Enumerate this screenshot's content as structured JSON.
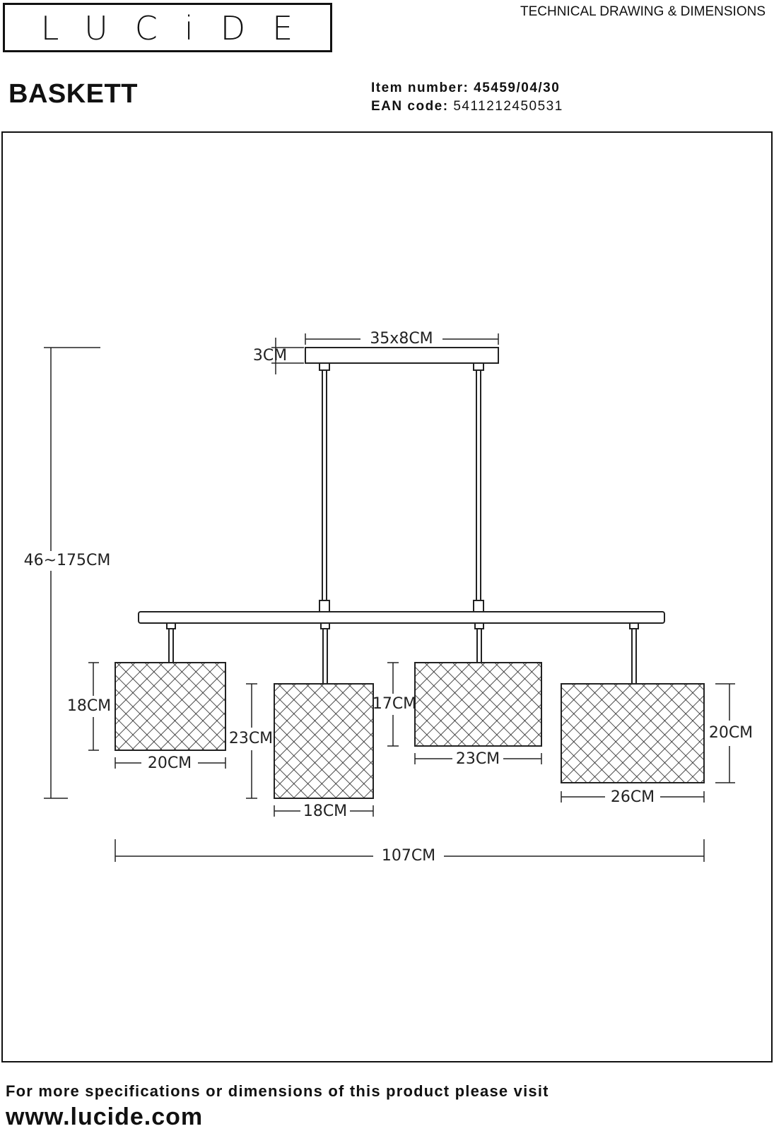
{
  "header": {
    "brand": "LUCiDE",
    "doc_type": "TECHNICAL DRAWING & DIMENSIONS"
  },
  "product": {
    "name": "BASKETT",
    "item_number_label": "Item number:",
    "item_number": "45459/04/30",
    "ean_label": "EAN code:",
    "ean": "5411212450531"
  },
  "dimensions": {
    "canopy_size": "35x8CM",
    "canopy_height": "3CM",
    "total_height": "46~175CM",
    "shade1_height": "18CM",
    "shade1_width": "20CM",
    "shade2_height": "23CM",
    "shade2_width": "18CM",
    "shade3_height": "17CM",
    "shade3_width": "23CM",
    "shade4_height": "20CM",
    "shade4_width": "26CM",
    "total_width": "107CM"
  },
  "footer": {
    "text": "For more specifications or dimensions of this product please visit",
    "url": "www.lucide.com"
  }
}
